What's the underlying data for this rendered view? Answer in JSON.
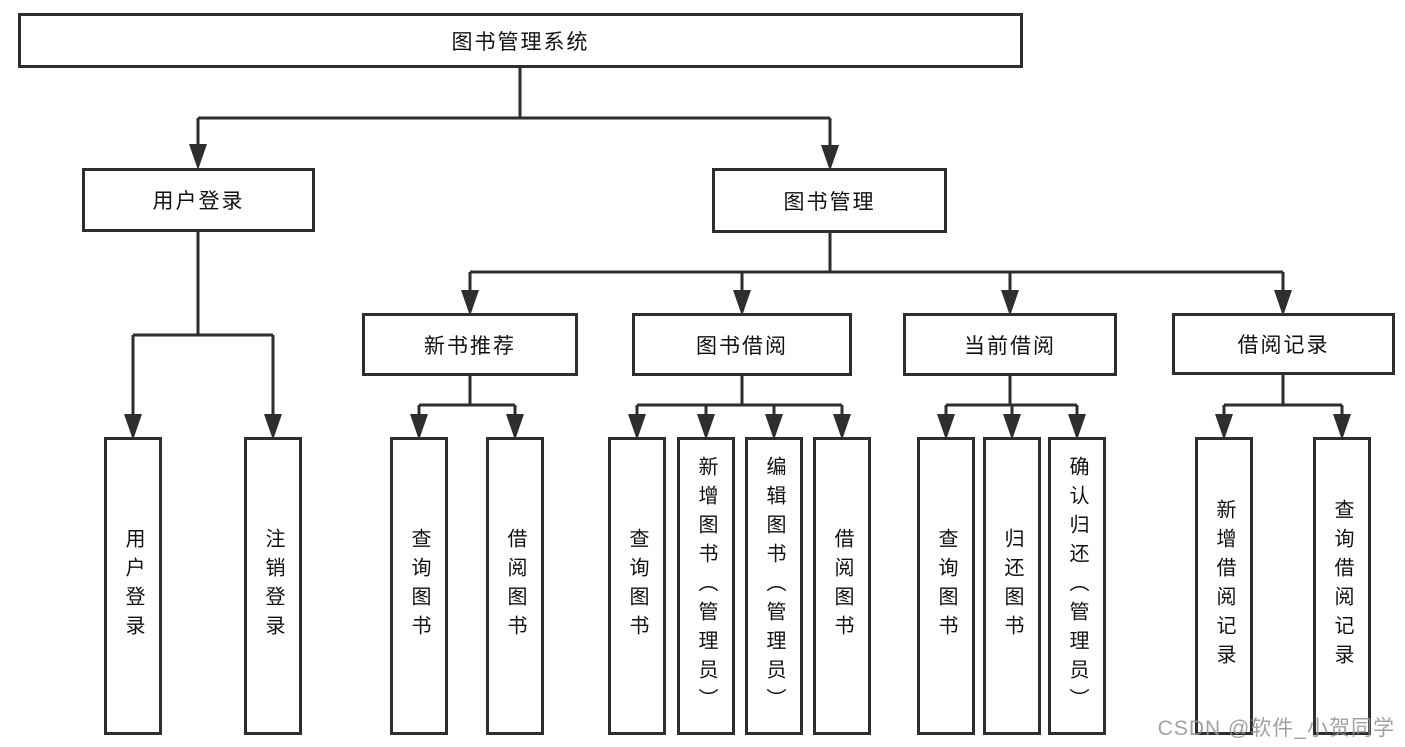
{
  "diagram": {
    "root": "图书管理系统",
    "login": {
      "label": "用户登录",
      "children": [
        "用户登录",
        "注销登录"
      ]
    },
    "management": {
      "label": "图书管理",
      "groups": [
        {
          "label": "新书推荐",
          "children": [
            "查询图书",
            "借阅图书"
          ]
        },
        {
          "label": "图书借阅",
          "children": [
            "查询图书",
            "新增图书（管理员）",
            "编辑图书（管理员）",
            "借阅图书"
          ]
        },
        {
          "label": "当前借阅",
          "children": [
            "查询图书",
            "归还图书",
            "确认归还（管理员）"
          ]
        },
        {
          "label": "借阅记录",
          "children": [
            "新增借阅记录",
            "查询借阅记录"
          ]
        }
      ]
    }
  },
  "watermark": "CSDN @软件_小贺同学",
  "colors": {
    "line": "#2e2e2e",
    "text": "#111111",
    "watermark": "#949494"
  }
}
